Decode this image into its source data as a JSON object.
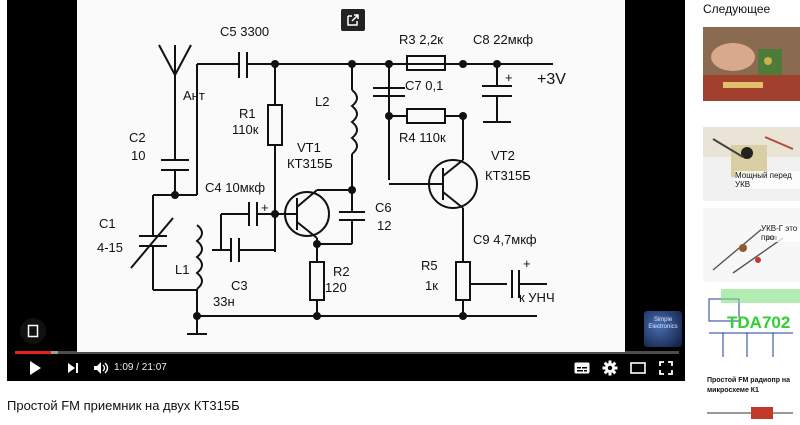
{
  "video": {
    "title": "Простой FM приемник на двух КТ315Б",
    "current_time": "1:09",
    "duration": "21:07",
    "time_display": "1:09 / 21:07",
    "progress_fraction": 0.0545,
    "buffered_fraction": 0.065,
    "accent_color": "#e62117",
    "channel_logo_text": "Simple Electronics"
  },
  "schematic": {
    "labels": {
      "antenna": "Ант",
      "c5": "C5  3300",
      "r3": "R3  2,2к",
      "c8": "C8  22мкф",
      "supply": "+3V",
      "c7": "C7  0,1",
      "r4": "R4  110к",
      "r1_name": "R1",
      "r1_val": "110к",
      "l2": "L2",
      "vt1_name": "VT1",
      "vt1_type": "КТ315Б",
      "vt2_name": "VT2",
      "vt2_type": "КТ315Б",
      "c2_name": "C2",
      "c2_val": "10",
      "c4": "C4 10мкф",
      "c1_name": "C1",
      "c1_val": "4-15",
      "l1": "L1",
      "c6_name": "C6",
      "c6_val": "12",
      "c3_name": "C3",
      "c3_val": "33н",
      "r2_name": "R2",
      "r2_val": "120",
      "c9": "C9  4,7мкф",
      "r5_name": "R5",
      "r5_val": "1к",
      "output": "к УНЧ",
      "plus1": "+",
      "plus2": "+",
      "plus3": "+"
    }
  },
  "sidebar": {
    "heading": "Следующее",
    "items": [
      {
        "overlay": ""
      },
      {
        "overlay": "Мощный перед УКВ"
      },
      {
        "overlay": "УКВ-Г это про"
      },
      {
        "overlay": "TDA702"
      },
      {
        "title": "Простой FM радиопр на микросхеме К1"
      }
    ]
  },
  "icons": [
    "external-link-icon",
    "bookmark-icon",
    "play-icon",
    "next-icon",
    "volume-icon",
    "subtitles-icon",
    "gear-icon",
    "miniplayer-icon",
    "fullscreen-icon"
  ]
}
